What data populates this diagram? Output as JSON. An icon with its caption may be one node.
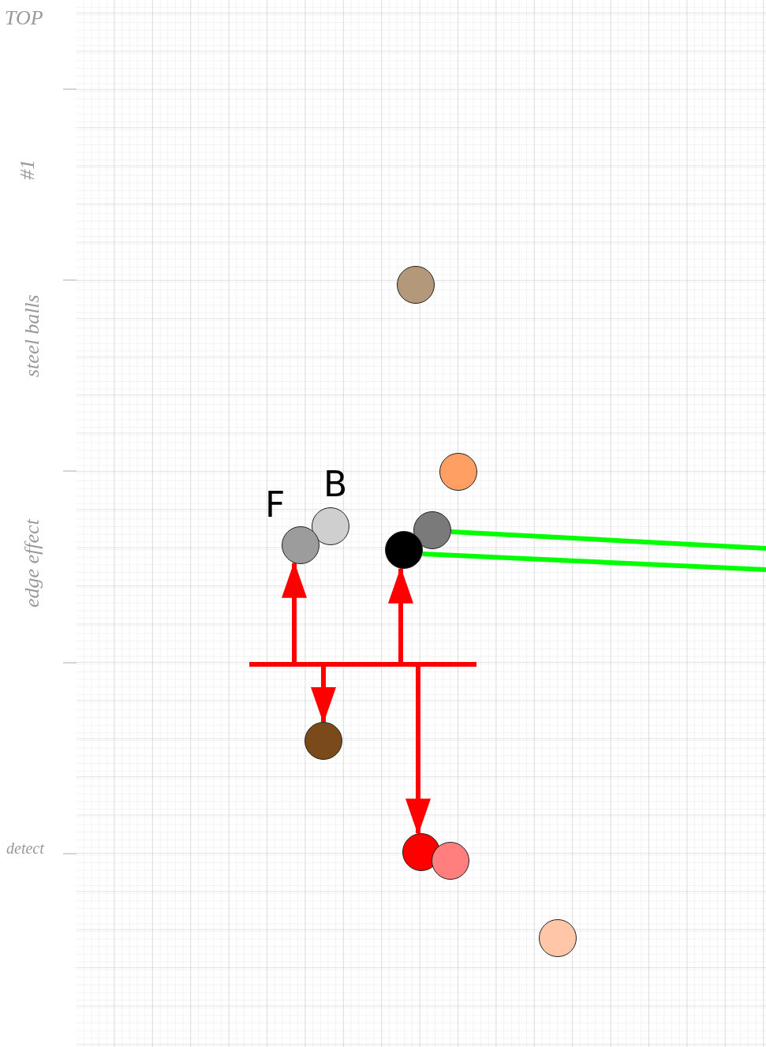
{
  "diagram": {
    "nodes": [
      {
        "text": [],
        "shape": "circle"
      },
      {
        "text": [],
        "shape": "circle"
      },
      {
        "text": [],
        "shape": "circle",
        "beside": [
          "B"
        ]
      },
      {
        "text": [],
        "shape": "circle"
      },
      {
        "text": [],
        "shape": "circle",
        "beside": [
          "F"
        ]
      },
      {
        "text": [],
        "shape": "circle"
      },
      {
        "text": [],
        "shape": "bar"
      },
      {
        "text": [],
        "shape": "circle"
      },
      {
        "text": [],
        "shape": "circle"
      },
      {
        "text": [],
        "shape": "circle"
      },
      {
        "text": [],
        "shape": "circle"
      }
    ],
    "edges": [
      {
        "from": 6,
        "to": 4,
        "arrow": "to",
        "color": "#ff0000"
      },
      {
        "from": 6,
        "to": 5,
        "arrow": "to",
        "color": "#ff0000"
      },
      {
        "from": 6,
        "to": 7,
        "arrow": "to",
        "color": "#ff0000"
      },
      {
        "from": 6,
        "to": 8,
        "arrow": "to",
        "color": "#ff0000"
      },
      {
        "from": 3,
        "to": null,
        "arrow": "none",
        "color": "#00ff00"
      },
      {
        "from": 5,
        "to": null,
        "arrow": "none",
        "color": "#00ff00"
      }
    ],
    "labels": [
      "TOP",
      "#1",
      "steel balls",
      "edge effect",
      "detect"
    ]
  }
}
